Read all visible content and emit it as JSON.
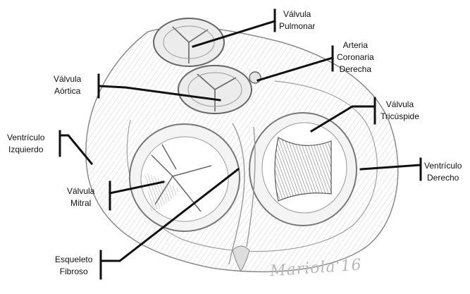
{
  "labels": {
    "valvula_pulmonar": [
      "Válvula",
      "Pulmonar"
    ],
    "arteria_coronaria_derecha": [
      "Arteria",
      "Coronaria",
      "Derecha"
    ],
    "valvula_aortica": [
      "Válvula",
      "Aórtica"
    ],
    "valvula_tricuspide": [
      "Válvula",
      "Tricúspide"
    ],
    "ventriculo_izquierdo": [
      "Ventrículo",
      "Izquierdo"
    ],
    "ventriculo_derecho": [
      "Ventrículo",
      "Derecho"
    ],
    "valvula_mitral": [
      "Válvula",
      "Mitral"
    ],
    "esqueleto_fibroso": [
      "Esqueleto",
      "Fibroso"
    ]
  },
  "signature": "Mariola'16",
  "colors": {
    "ink": "#111111",
    "sketch": "#8a8a8a",
    "shade": "#c9c9c9",
    "signature": "#b8b8b8"
  }
}
